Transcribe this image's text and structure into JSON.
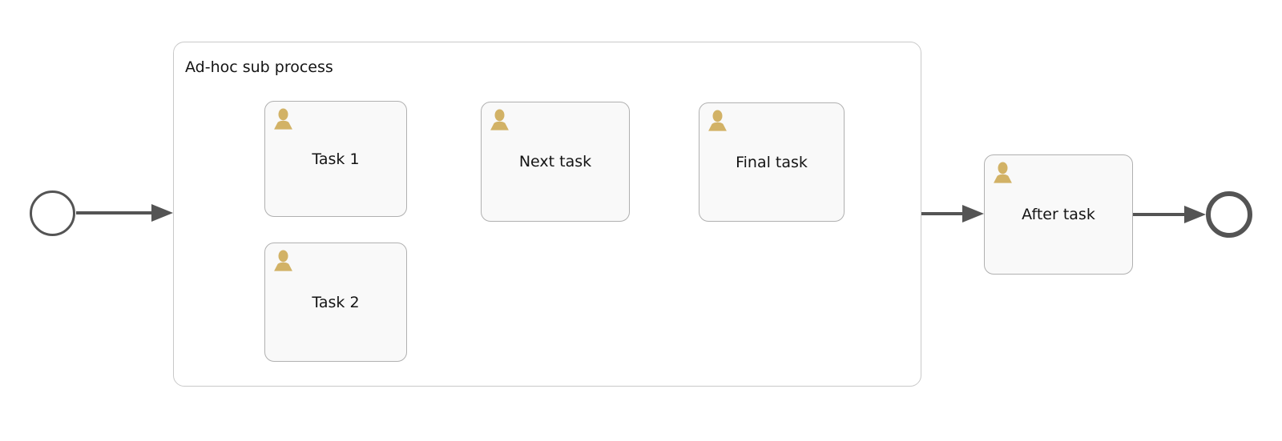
{
  "diagram": {
    "type": "bpmn-process",
    "subprocess": {
      "title": "Ad-hoc sub process"
    },
    "nodes": {
      "start_event": {
        "kind": "start-event"
      },
      "task1": {
        "label": "Task 1",
        "kind": "user-task"
      },
      "task2": {
        "label": "Task 2",
        "kind": "user-task"
      },
      "next_task": {
        "label": "Next task",
        "kind": "user-task"
      },
      "final_task": {
        "label": "Final task",
        "kind": "user-task"
      },
      "after_task": {
        "label": "After task",
        "kind": "user-task"
      },
      "end_event": {
        "kind": "end-event"
      }
    },
    "flows": [
      {
        "from": "start_event",
        "to": "subprocess"
      },
      {
        "from": "task1",
        "to": "next_task"
      },
      {
        "from": "next_task",
        "to": "final_task"
      },
      {
        "from": "subprocess",
        "to": "after_task"
      },
      {
        "from": "after_task",
        "to": "end_event"
      }
    ],
    "icons": {
      "user": "user-icon"
    },
    "colors": {
      "task_fill": "#f9f9f9",
      "task_border": "#b0b0b0",
      "subprocess_border": "#c9c9c9",
      "flow": "#545454",
      "user_icon": "#d2b266",
      "text": "#141414",
      "canvas_bg": "#ffffff"
    }
  }
}
